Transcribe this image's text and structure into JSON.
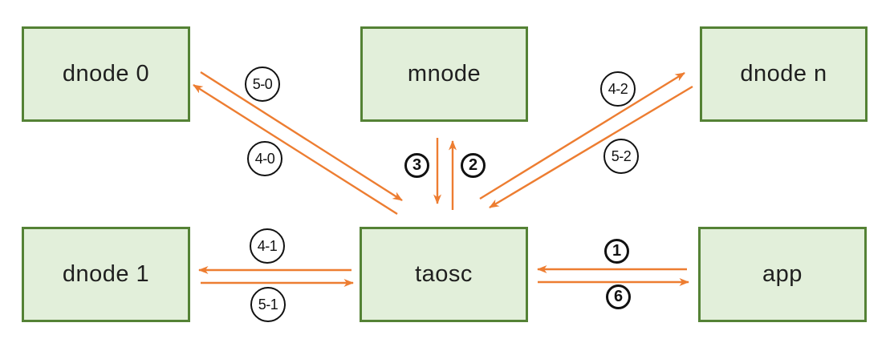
{
  "diagram": {
    "nodes": [
      {
        "id": "dnode-0",
        "label": "dnode 0"
      },
      {
        "id": "mnode",
        "label": "mnode"
      },
      {
        "id": "dnode-n",
        "label": "dnode n"
      },
      {
        "id": "dnode-1",
        "label": "dnode 1"
      },
      {
        "id": "taosc",
        "label": "taosc"
      },
      {
        "id": "app",
        "label": "app"
      }
    ],
    "edges": [
      {
        "label": "1",
        "from": "app",
        "to": "taosc"
      },
      {
        "label": "2",
        "from": "taosc",
        "to": "mnode"
      },
      {
        "label": "3",
        "from": "mnode",
        "to": "taosc"
      },
      {
        "label": "4-0",
        "from": "taosc",
        "to": "dnode 0"
      },
      {
        "label": "5-0",
        "from": "dnode 0",
        "to": "taosc"
      },
      {
        "label": "4-1",
        "from": "taosc",
        "to": "dnode 1"
      },
      {
        "label": "5-1",
        "from": "dnode 1",
        "to": "taosc"
      },
      {
        "label": "4-2",
        "from": "taosc",
        "to": "dnode n"
      },
      {
        "label": "5-2",
        "from": "dnode n",
        "to": "taosc"
      },
      {
        "label": "6",
        "from": "taosc",
        "to": "app"
      }
    ],
    "colors": {
      "node_fill": "#e2efda",
      "node_border": "#548235",
      "arrow": "#ed7d31",
      "label_border": "#111111",
      "background": "#ffffff"
    }
  }
}
